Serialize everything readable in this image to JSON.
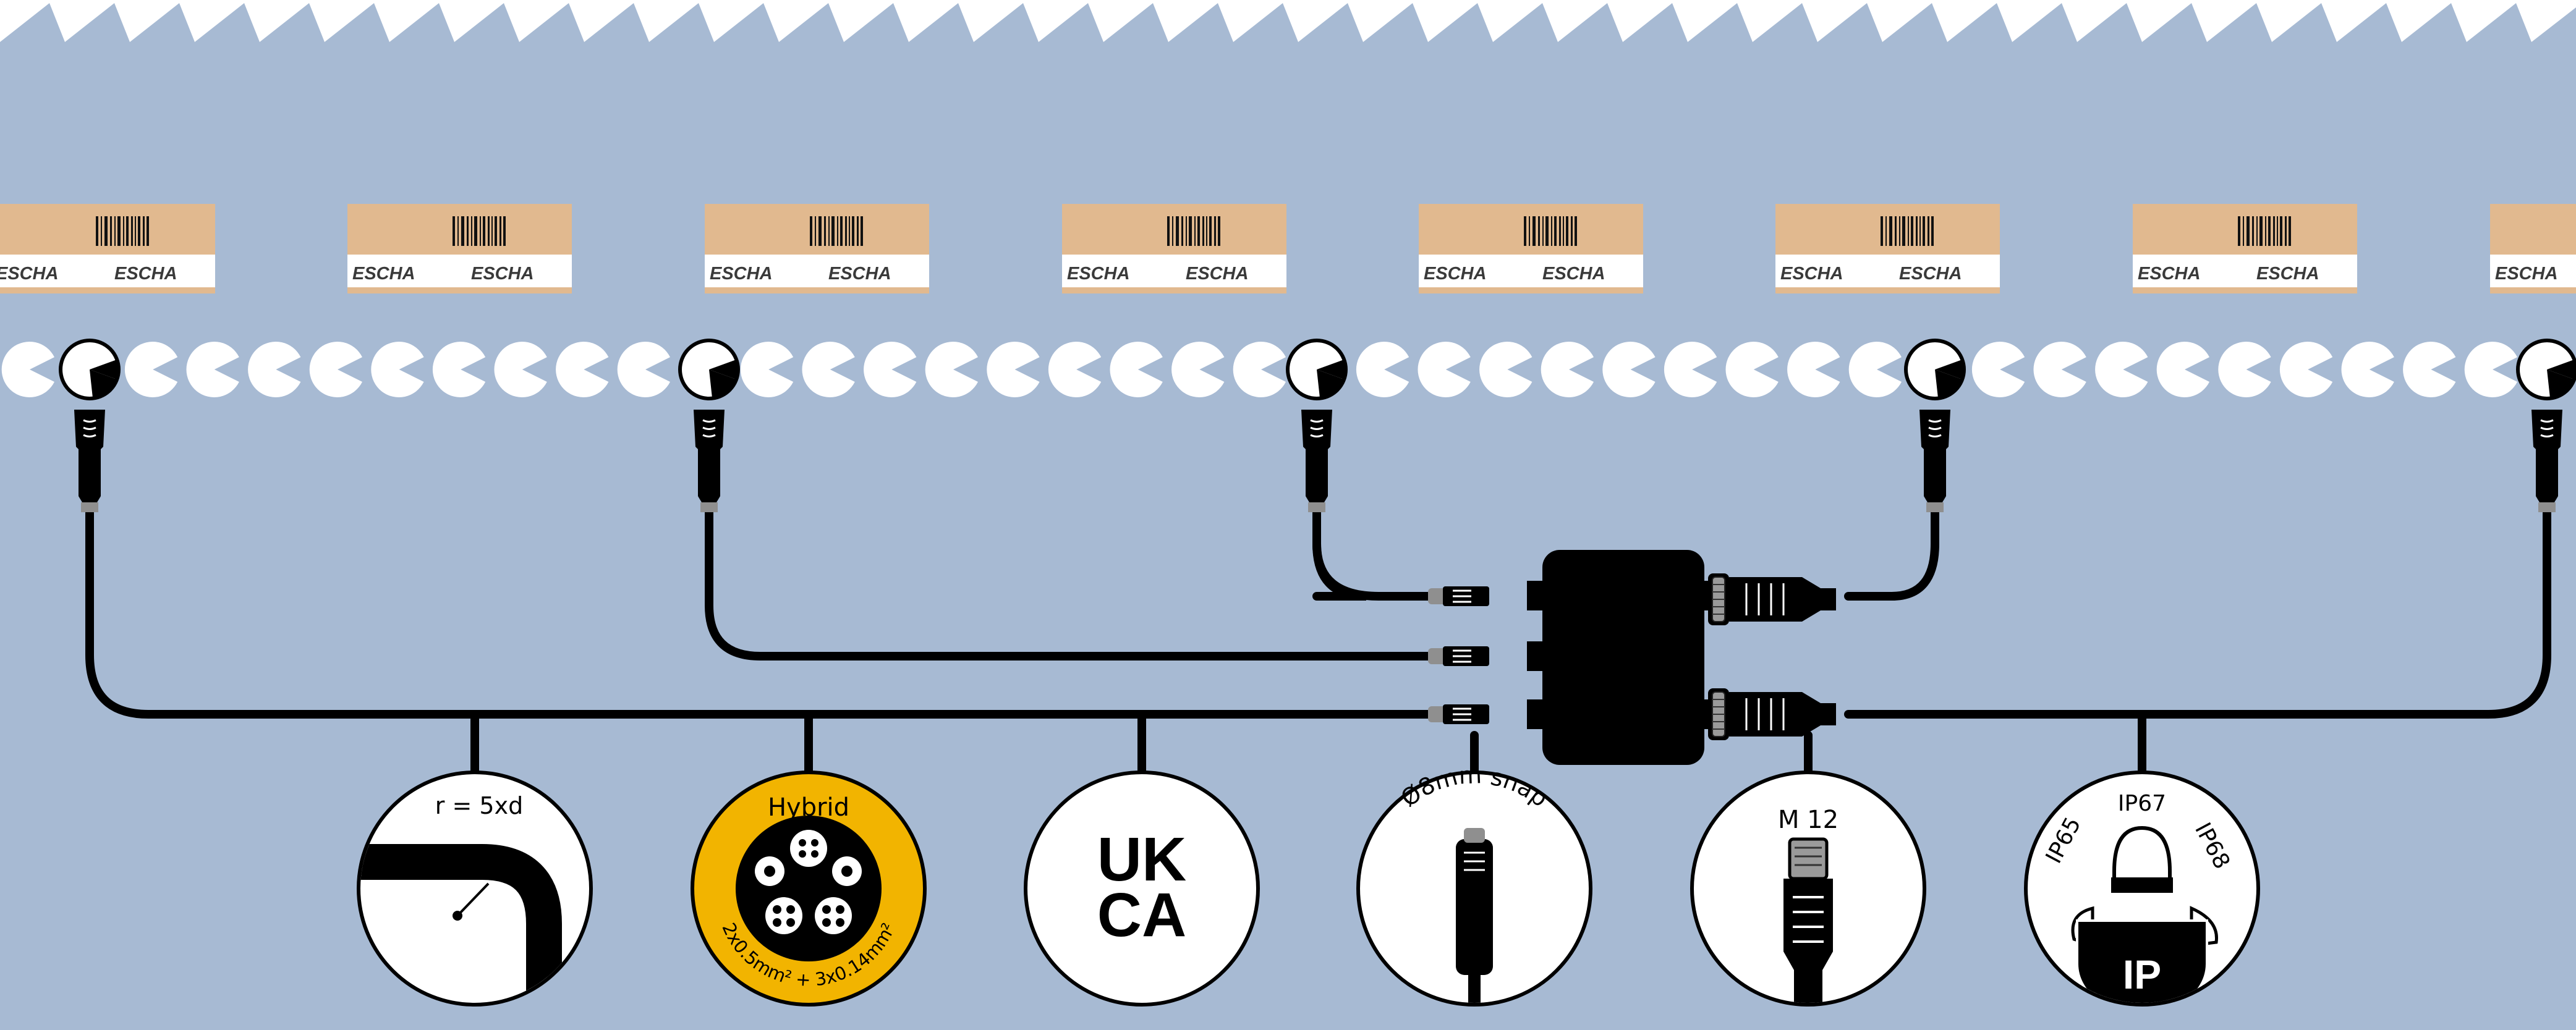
{
  "brand": "ESCHA",
  "features": [
    {
      "id": "bend-radius",
      "label": "r = 5xd",
      "icon": "bend-radius-icon"
    },
    {
      "id": "hybrid",
      "label": "Hybrid",
      "sublabel": "2x0.5mm² + 3x0.14mm²",
      "icon": "hybrid-cable-cross-section-icon"
    },
    {
      "id": "ukca",
      "line1": "UK",
      "line2": "CA",
      "icon": "ukca-mark-icon"
    },
    {
      "id": "snap",
      "label": "Ø8mm snap",
      "icon": "snap-connector-icon"
    },
    {
      "id": "m12",
      "label": "M 12",
      "icon": "m12-connector-icon"
    },
    {
      "id": "ip",
      "labels": [
        "IP65",
        "IP67",
        "IP68"
      ],
      "badge": "IP",
      "icon": "ip-protection-shield-icon"
    }
  ],
  "colors": {
    "background": "#a7bad3",
    "box": "#e1b98f",
    "cable": "#000000",
    "hybrid": "#f2b400",
    "white": "#ffffff"
  }
}
